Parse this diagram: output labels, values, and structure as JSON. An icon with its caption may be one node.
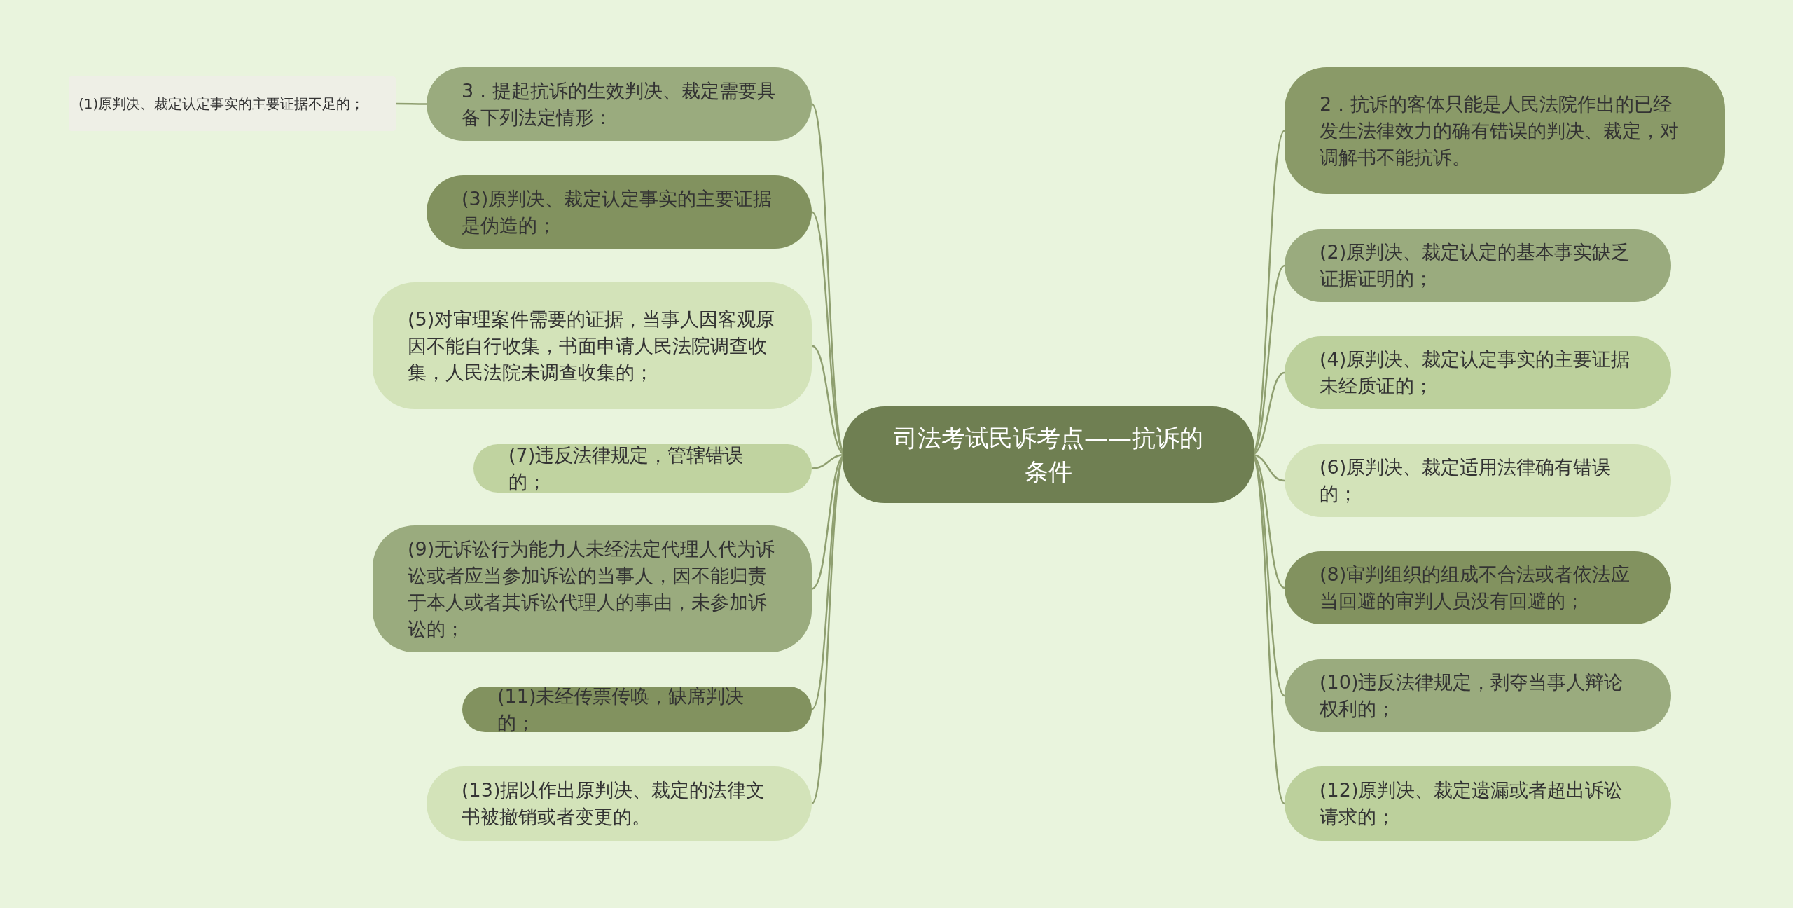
{
  "diagram": {
    "nodes": [
      {
        "text": [
          "司法考试民诉考点——抗诉的条件"
        ]
      },
      {
        "text": [
          "3．提起抗诉的生效判决、裁定需要具备下列法定情形："
        ]
      },
      {
        "text": [
          "(3)原判决、裁定认定事实的主要证据是伪造的；"
        ]
      },
      {
        "text": [
          "(5)对审理案件需要的证据，当事人因客观原因不能自行收集，书面申请人民法院调查收集，人民法院未调查收集的；"
        ]
      },
      {
        "text": [
          "(7)违反法律规定，管辖错误的；"
        ]
      },
      {
        "text": [
          "(9)无诉讼行为能力人未经法定代理人代为诉讼或者应当参加诉讼的当事人，因不能归责于本人或者其诉讼代理人的事由，未参加诉讼的；"
        ]
      },
      {
        "text": [
          "(11)未经传票传唤，缺席判决的；"
        ]
      },
      {
        "text": [
          "(13)据以作出原判决、裁定的法律文书被撤销或者变更的。"
        ]
      },
      {
        "text": [
          "2．抗诉的客体只能是人民法院作出的已经发生法律效力的确有错误的判决、裁定，对调解书不能抗诉。"
        ]
      },
      {
        "text": [
          "(2)原判决、裁定认定的基本事实缺乏证据证明的；"
        ]
      },
      {
        "text": [
          "(4)原判决、裁定认定事实的主要证据未经质证的；"
        ]
      },
      {
        "text": [
          "(6)原判决、裁定适用法律确有错误的；"
        ]
      },
      {
        "text": [
          "(8)审判组织的组成不合法或者依法应当回避的审判人员没有回避的；"
        ]
      },
      {
        "text": [
          "(10)违反法律规定，剥夺当事人辩论权利的；"
        ]
      },
      {
        "text": [
          "(12)原判决、裁定遗漏或者超出诉讼请求的；"
        ]
      },
      {
        "text": [
          "(1)原判决、裁定认定事实的主要证据不足的；"
        ]
      }
    ],
    "edges": [
      {
        "from": 0,
        "to": 1,
        "arrow": "none"
      },
      {
        "from": 0,
        "to": 2,
        "arrow": "none"
      },
      {
        "from": 0,
        "to": 3,
        "arrow": "none"
      },
      {
        "from": 0,
        "to": 4,
        "arrow": "none"
      },
      {
        "from": 0,
        "to": 5,
        "arrow": "none"
      },
      {
        "from": 0,
        "to": 6,
        "arrow": "none"
      },
      {
        "from": 0,
        "to": 7,
        "arrow": "none"
      },
      {
        "from": 0,
        "to": 8,
        "arrow": "none"
      },
      {
        "from": 0,
        "to": 9,
        "arrow": "none"
      },
      {
        "from": 0,
        "to": 10,
        "arrow": "none"
      },
      {
        "from": 0,
        "to": 11,
        "arrow": "none"
      },
      {
        "from": 0,
        "to": 12,
        "arrow": "none"
      },
      {
        "from": 0,
        "to": 13,
        "arrow": "none"
      },
      {
        "from": 0,
        "to": 14,
        "arrow": "none"
      },
      {
        "from": 1,
        "to": 15,
        "arrow": "none"
      }
    ]
  }
}
